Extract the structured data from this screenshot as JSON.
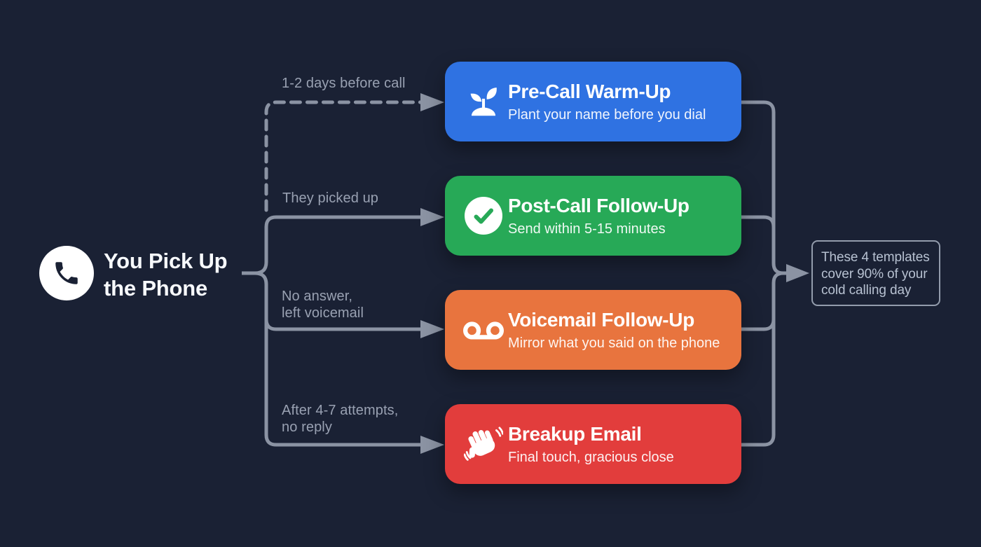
{
  "canvas": {
    "background_color": "#1a2134",
    "connector_color": "#8b93a3",
    "label_color": "#99a1b2"
  },
  "source": {
    "icon": "phone-icon",
    "title_line1": "You Pick Up",
    "title_line2": "the Phone"
  },
  "branches": [
    {
      "label_line1": "1-2 days before call",
      "label_line2": "",
      "line_style": "dashed"
    },
    {
      "label_line1": "They picked up",
      "label_line2": "",
      "line_style": "solid"
    },
    {
      "label_line1": "No answer,",
      "label_line2": "left voicemail",
      "line_style": "solid"
    },
    {
      "label_line1": "After 4-7 attempts,",
      "label_line2": "no reply",
      "line_style": "solid"
    }
  ],
  "cards": [
    {
      "icon": "seedling-icon",
      "title": "Pre-Call Warm-Up",
      "subtitle": "Plant your name before you dial",
      "color": "#2f72e2"
    },
    {
      "icon": "check-circle-icon",
      "title": "Post-Call Follow-Up",
      "subtitle": "Send within 5-15 minutes",
      "color": "#27a957"
    },
    {
      "icon": "voicemail-icon",
      "title": "Voicemail Follow-Up",
      "subtitle": "Mirror what you said on the phone",
      "color": "#e8743e"
    },
    {
      "icon": "waving-hand-icon",
      "title": "Breakup Email",
      "subtitle": "Final touch, gracious close",
      "color": "#e23d3c"
    }
  ],
  "outcome": {
    "text": "These 4 templates cover 90% of your cold calling day",
    "line1": "These 4 templates",
    "line2": "cover 90% of your",
    "line3": "cold calling day"
  }
}
